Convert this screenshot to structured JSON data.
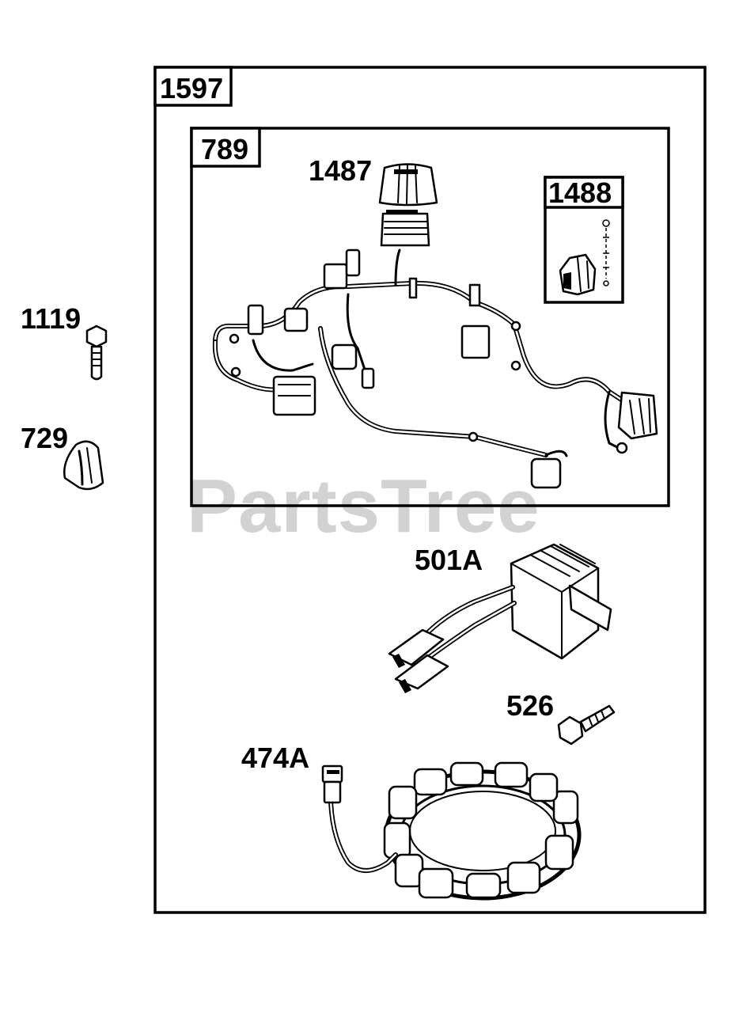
{
  "watermark": "PartsTree",
  "kits": {
    "outer": "1597",
    "harness_box": "789",
    "connector_kit": "1488"
  },
  "parts": {
    "cover": "1487",
    "bolt_left": "1119",
    "clip": "729",
    "regulator": "501A",
    "screw": "526",
    "stator": "474A"
  }
}
